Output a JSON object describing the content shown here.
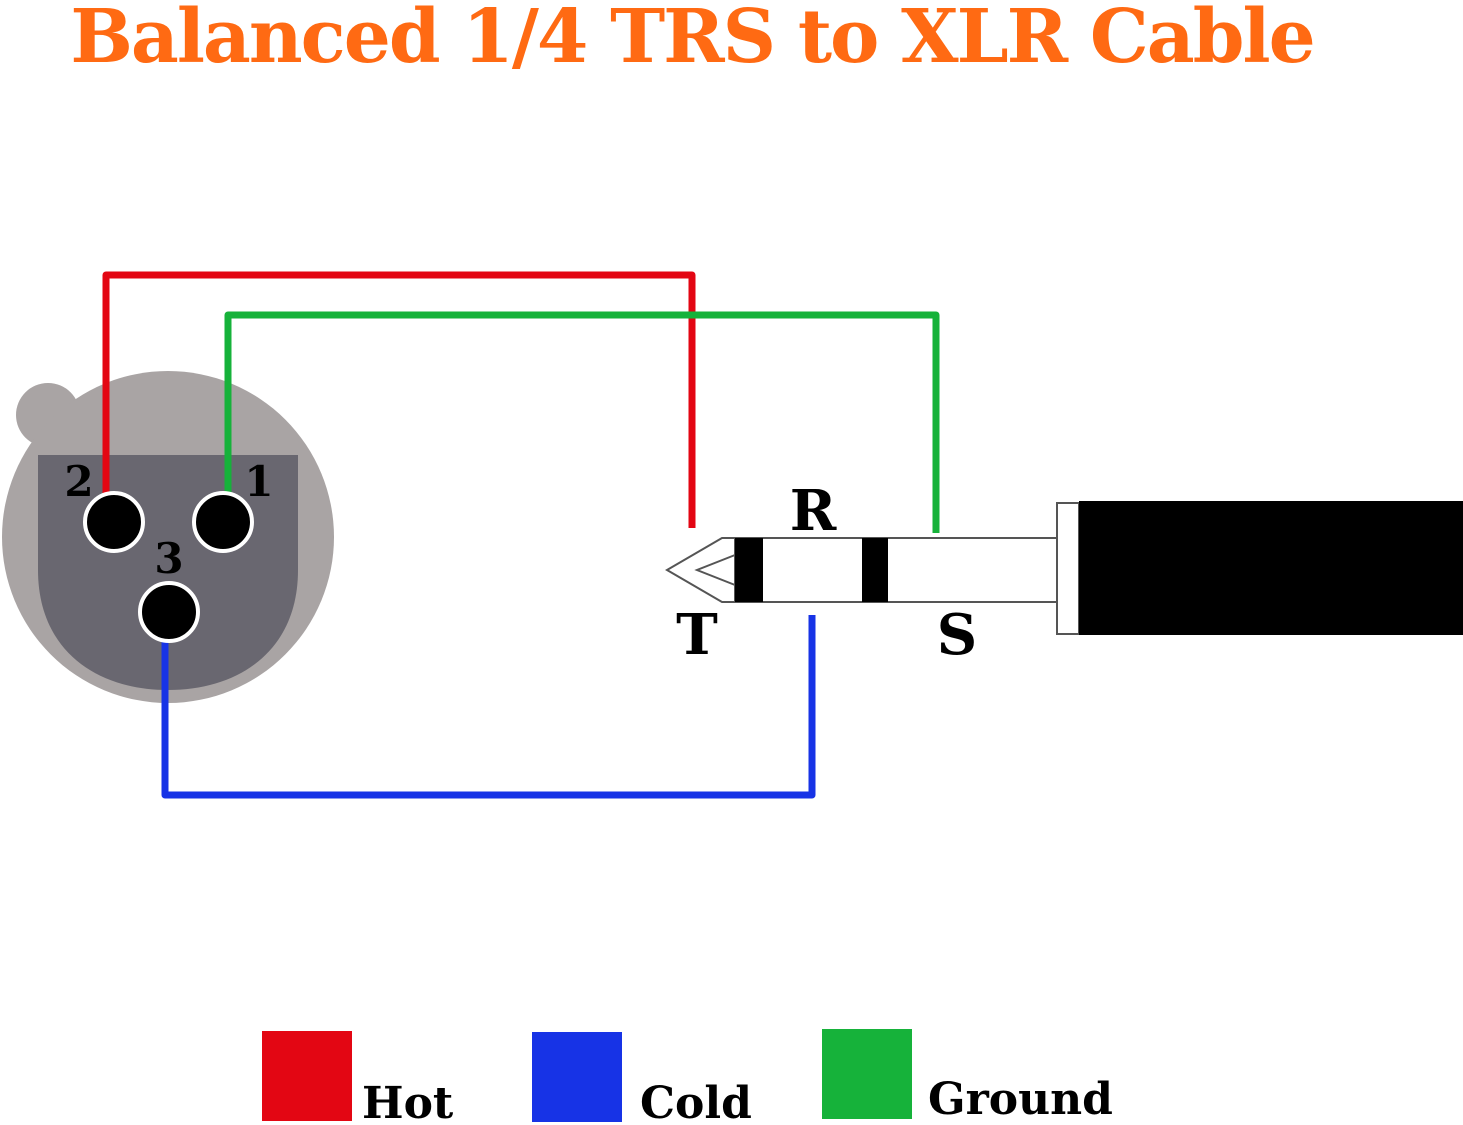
{
  "title": "Balanced 1/4 TRS to XLR Cable",
  "colors": {
    "title": "#ff6a13",
    "hot": "#e30613",
    "cold": "#1733e6",
    "ground": "#16b23a",
    "xlr_shell": "#a9a4a4",
    "xlr_face": "#696770",
    "plug_body": "#000000",
    "plug_metal": "#ffffff"
  },
  "xlr": {
    "pins": [
      {
        "number": "1",
        "wire": "ground"
      },
      {
        "number": "2",
        "wire": "hot"
      },
      {
        "number": "3",
        "wire": "cold"
      }
    ]
  },
  "trs": {
    "tip_label": "T",
    "ring_label": "R",
    "sleeve_label": "S"
  },
  "legend": [
    {
      "label": "Hot",
      "color_key": "hot"
    },
    {
      "label": "Cold",
      "color_key": "cold"
    },
    {
      "label": "Ground",
      "color_key": "ground"
    }
  ]
}
